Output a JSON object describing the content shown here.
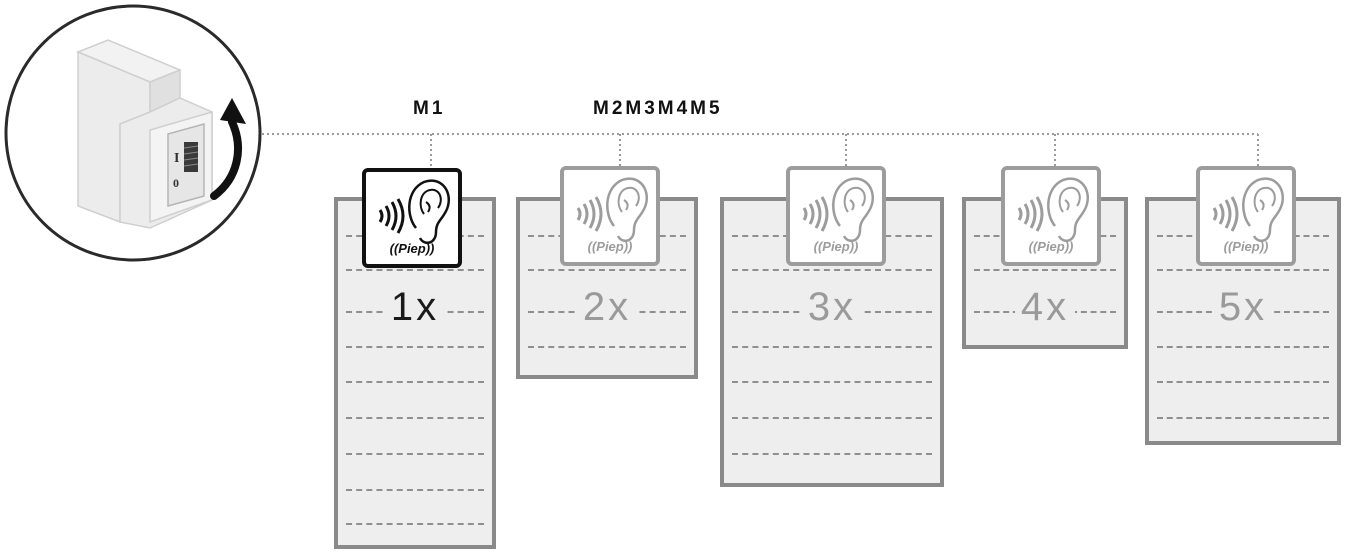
{
  "labels": {
    "m1": "M1",
    "m2_to_m5": "M2M3M4M5"
  },
  "steps": [
    {
      "count": "1x",
      "sound": "((Piep))",
      "active": true
    },
    {
      "count": "2x",
      "sound": "((Piep))",
      "active": false
    },
    {
      "count": "3x",
      "sound": "((Piep))",
      "active": false
    },
    {
      "count": "4x",
      "sound": "((Piep))",
      "active": false
    },
    {
      "count": "5x",
      "sound": "((Piep))",
      "active": false
    }
  ],
  "device": {
    "switch_marks": [
      "I",
      "0"
    ],
    "icons": [
      "din-rail-device-icon",
      "rotate-arrow-icon"
    ]
  },
  "colors": {
    "active": "#111111",
    "inactive": "#9c9c9c",
    "panel_fill": "#eeeeee",
    "panel_border": "#8a8a8a"
  }
}
